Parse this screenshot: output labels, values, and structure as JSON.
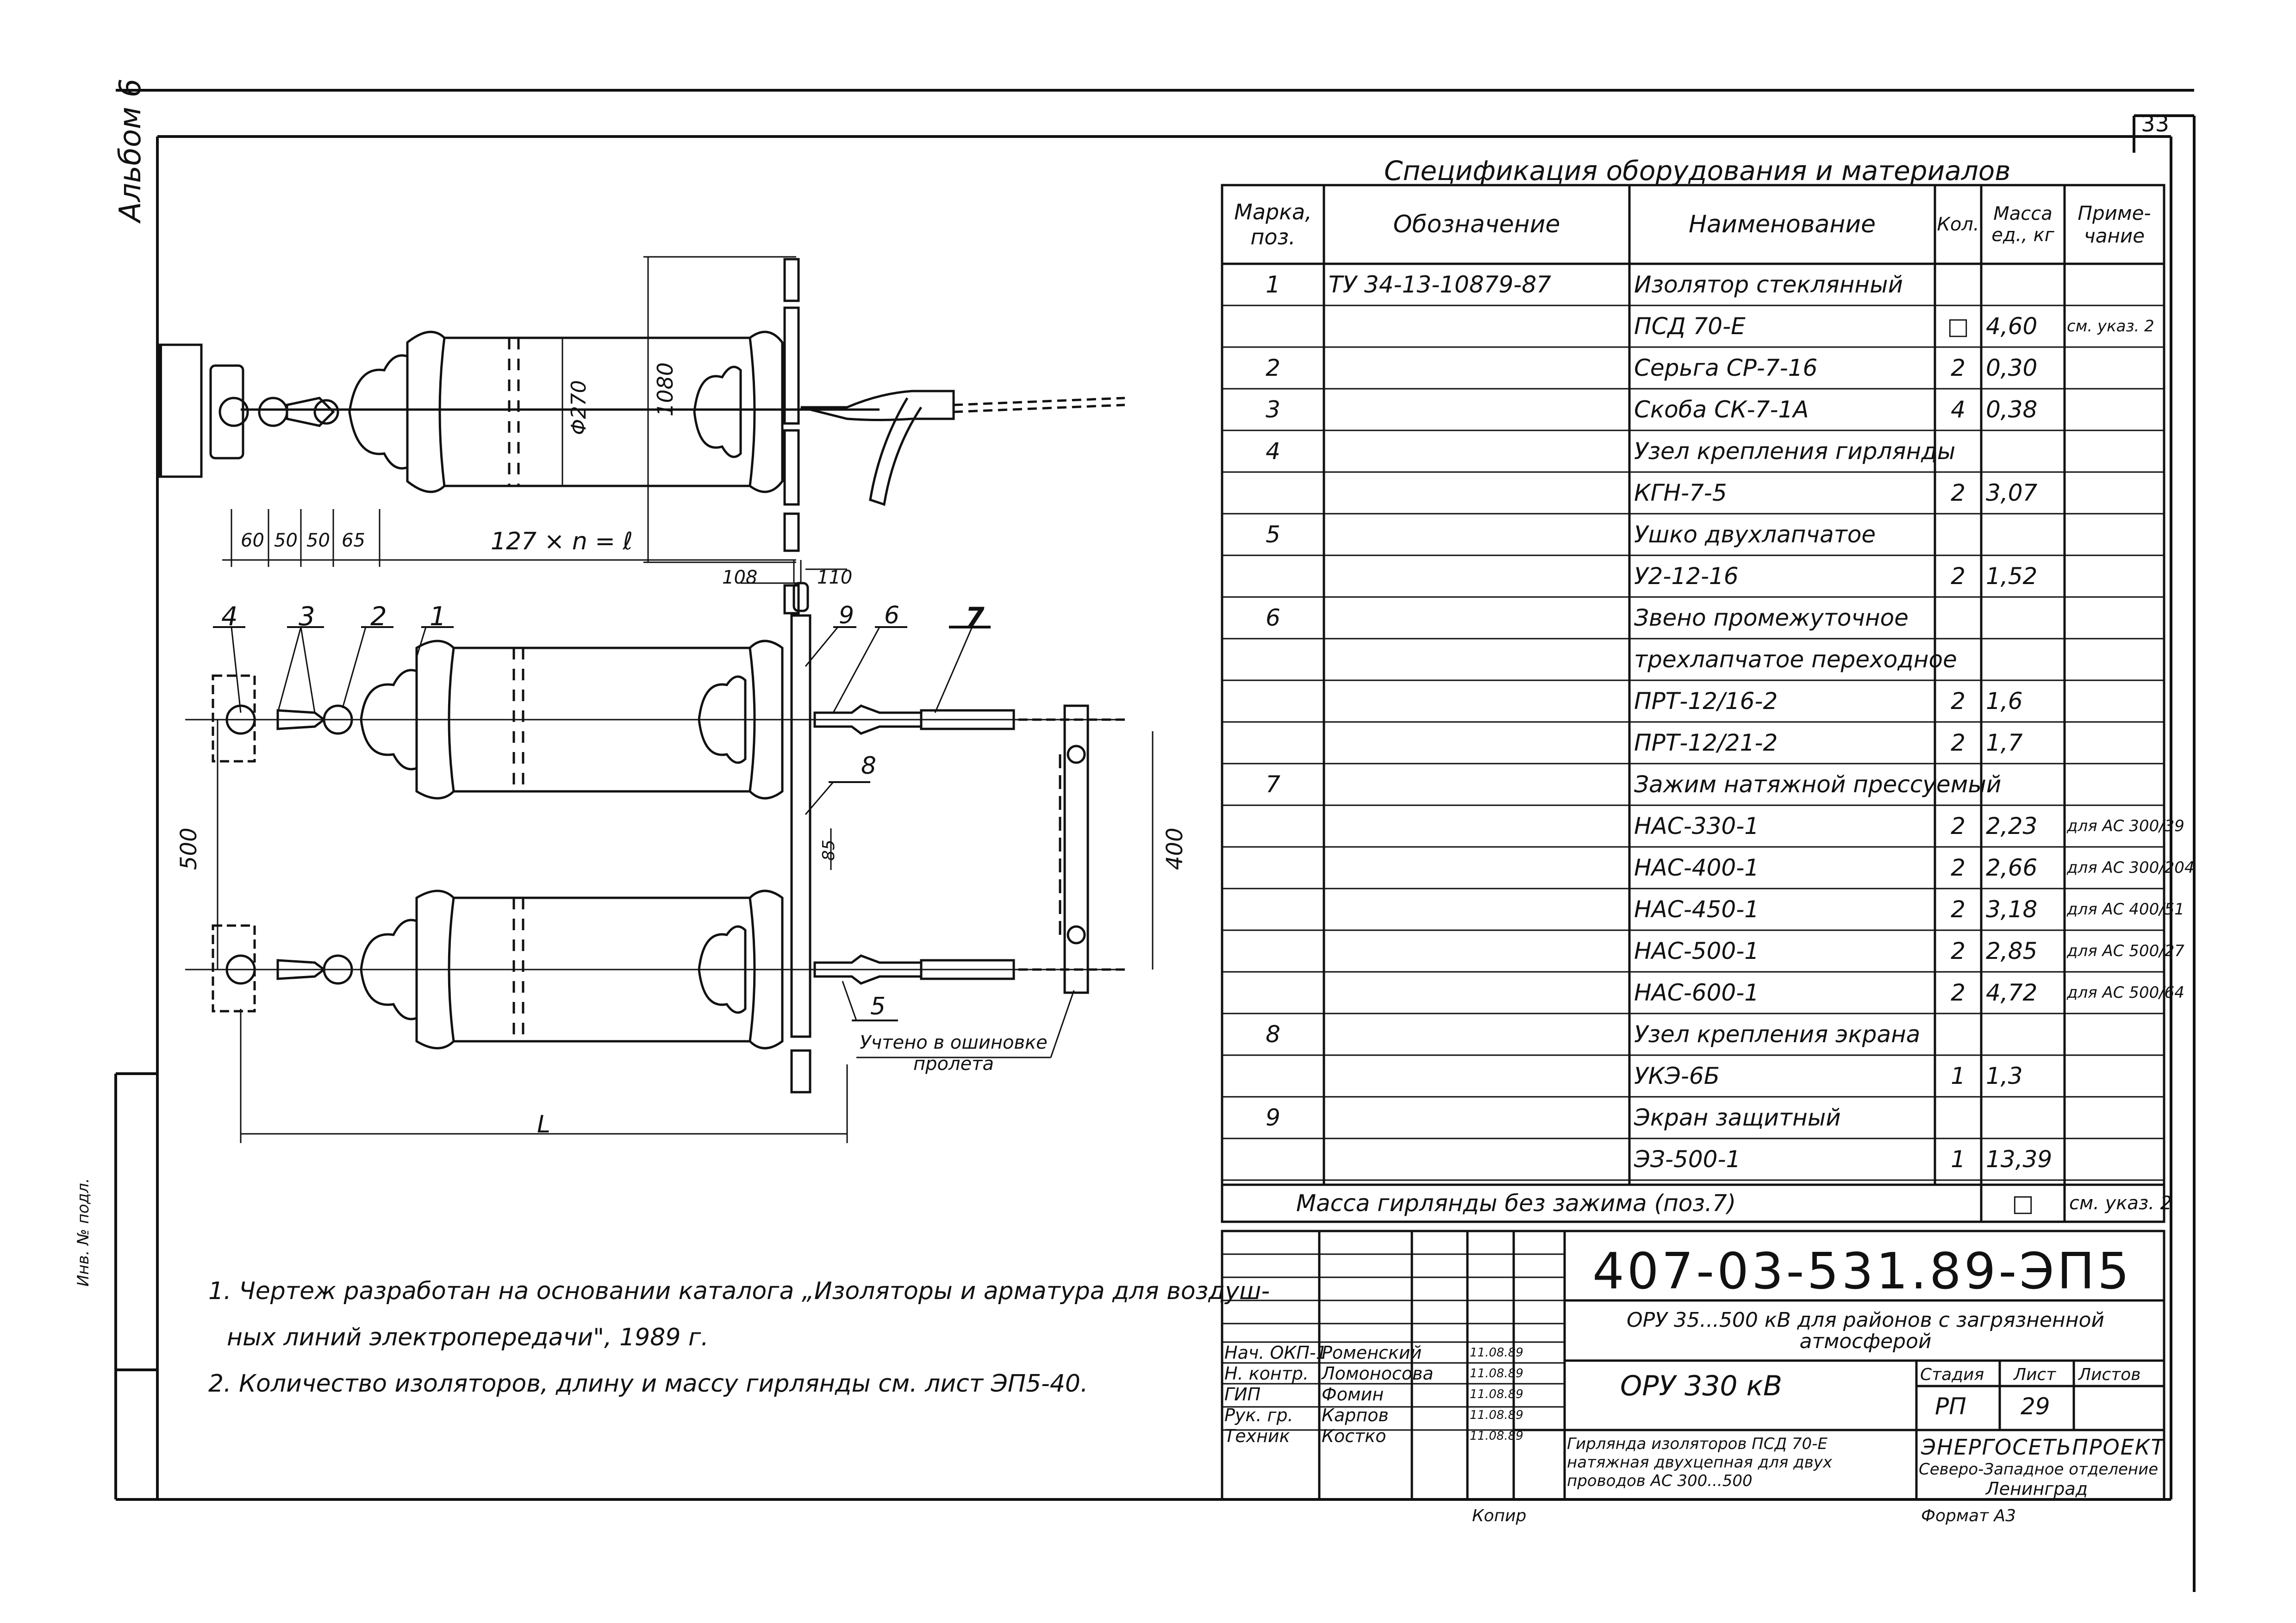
{
  "sheet_number": "33",
  "album_label": "Альбом 6",
  "side_stamp": "Инв. № подл.",
  "spec": {
    "title": "Спецификация оборудования и материалов",
    "headers": [
      "Марка, поз.",
      "Обозначение",
      "Наименование",
      "Кол.",
      "Масса ед., кг",
      "Приме- чание"
    ],
    "rows": [
      {
        "pos": "1",
        "designation": "ТУ 34-13-10879-87",
        "name": "Изолятор стеклянный",
        "qty": "",
        "mass": "",
        "note": ""
      },
      {
        "pos": "",
        "designation": "",
        "name": "ПСД 70-Е",
        "qty": "□",
        "mass": "4,60",
        "note": "см. указ. 2"
      },
      {
        "pos": "2",
        "designation": "",
        "name": "Серьга СР-7-16",
        "qty": "2",
        "mass": "0,30",
        "note": ""
      },
      {
        "pos": "3",
        "designation": "",
        "name": "Скоба СК-7-1А",
        "qty": "4",
        "mass": "0,38",
        "note": ""
      },
      {
        "pos": "4",
        "designation": "",
        "name": "Узел крепления гирлянды",
        "qty": "",
        "mass": "",
        "note": ""
      },
      {
        "pos": "",
        "designation": "",
        "name": "КГН-7-5",
        "qty": "2",
        "mass": "3,07",
        "note": ""
      },
      {
        "pos": "5",
        "designation": "",
        "name": "Ушко двухлапчатое",
        "qty": "",
        "mass": "",
        "note": ""
      },
      {
        "pos": "",
        "designation": "",
        "name": "У2-12-16",
        "qty": "2",
        "mass": "1,52",
        "note": ""
      },
      {
        "pos": "6",
        "designation": "",
        "name": "Звено промежуточное",
        "qty": "",
        "mass": "",
        "note": ""
      },
      {
        "pos": "",
        "designation": "",
        "name": "трехлапчатое переходное",
        "qty": "",
        "mass": "",
        "note": ""
      },
      {
        "pos": "",
        "designation": "",
        "name": "ПРТ-12/16-2",
        "qty": "2",
        "mass": "1,6",
        "note": ""
      },
      {
        "pos": "",
        "designation": "",
        "name": "ПРТ-12/21-2",
        "qty": "2",
        "mass": "1,7",
        "note": ""
      },
      {
        "pos": "7",
        "designation": "",
        "name": "Зажим натяжной прессуемый",
        "qty": "",
        "mass": "",
        "note": ""
      },
      {
        "pos": "",
        "designation": "",
        "name": "НАС-330-1",
        "qty": "2",
        "mass": "2,23",
        "note": "для АС 300/39"
      },
      {
        "pos": "",
        "designation": "",
        "name": "НАС-400-1",
        "qty": "2",
        "mass": "2,66",
        "note": "для АС 300/204"
      },
      {
        "pos": "",
        "designation": "",
        "name": "НАС-450-1",
        "qty": "2",
        "mass": "3,18",
        "note": "для АС 400/51"
      },
      {
        "pos": "",
        "designation": "",
        "name": "НАС-500-1",
        "qty": "2",
        "mass": "2,85",
        "note": "для АС 500/27"
      },
      {
        "pos": "",
        "designation": "",
        "name": "НАС-600-1",
        "qty": "2",
        "mass": "4,72",
        "note": "для АС 500/64"
      },
      {
        "pos": "8",
        "designation": "",
        "name": "Узел крепления экрана",
        "qty": "",
        "mass": "",
        "note": ""
      },
      {
        "pos": "",
        "designation": "",
        "name": "УКЭ-6Б",
        "qty": "1",
        "mass": "1,3",
        "note": ""
      },
      {
        "pos": "9",
        "designation": "",
        "name": "Экран защитный",
        "qty": "",
        "mass": "",
        "note": ""
      },
      {
        "pos": "",
        "designation": "",
        "name": "ЭЗ-500-1",
        "qty": "1",
        "mass": "13,39",
        "note": ""
      }
    ],
    "total_label": "Масса гирлянды без зажима (поз.7)",
    "total_value": "□",
    "total_note": "см. указ. 2"
  },
  "drawing": {
    "dims_top": [
      "60",
      "50",
      "50",
      "65",
      "127 × n = ℓ",
      "108",
      "110",
      "1080",
      "Φ270"
    ],
    "dims_bottom": [
      "500",
      "85",
      "400",
      "L"
    ],
    "callouts": [
      "4",
      "3",
      "2",
      "1",
      "9",
      "6",
      "7",
      "8",
      "5"
    ],
    "annotation": "Учтено в ошиновке пролета"
  },
  "notes": [
    "1. Чертеж разработан на основании каталога „Изоляторы и арматура для воздуш-",
    "ных линий электропередачи\", 1989 г.",
    "2. Количество изоляторов, длину и массу гирлянды см. лист ЭП5-40."
  ],
  "title_block": {
    "doc_code": "407-03-531.89-ЭП5",
    "project": "ОРУ 35...500 кВ для районов с загрязненной атмосферой",
    "object": "ОРУ 330 кВ",
    "drawing_title": "Гирлянда изоляторов ПСД 70-Е натяжная двухцепная для двух проводов АС 300...500",
    "stage_label": "Стадия",
    "sheet_label": "Лист",
    "sheets_label": "Листов",
    "stage": "РП",
    "sheet": "29",
    "org": "ЭНЕРГОСЕТЬПРОЕКТ",
    "org_branch": "Северо-Западное отделение",
    "org_city": "Ленинград",
    "copied": "Копир",
    "format": "Формат А3",
    "signatures": [
      {
        "role": "Нач. ОКП-1",
        "name": "Роменский",
        "date": "11.08.89"
      },
      {
        "role": "Н. контр.",
        "name": "Ломоносова",
        "date": "11.08.89"
      },
      {
        "role": "ГИП",
        "name": "Фомин",
        "date": "11.08.89"
      },
      {
        "role": "Рук. гр.",
        "name": "Карпов",
        "date": "11.08.89"
      },
      {
        "role": "Техник",
        "name": "Костко",
        "date": "11.08.89"
      }
    ]
  }
}
